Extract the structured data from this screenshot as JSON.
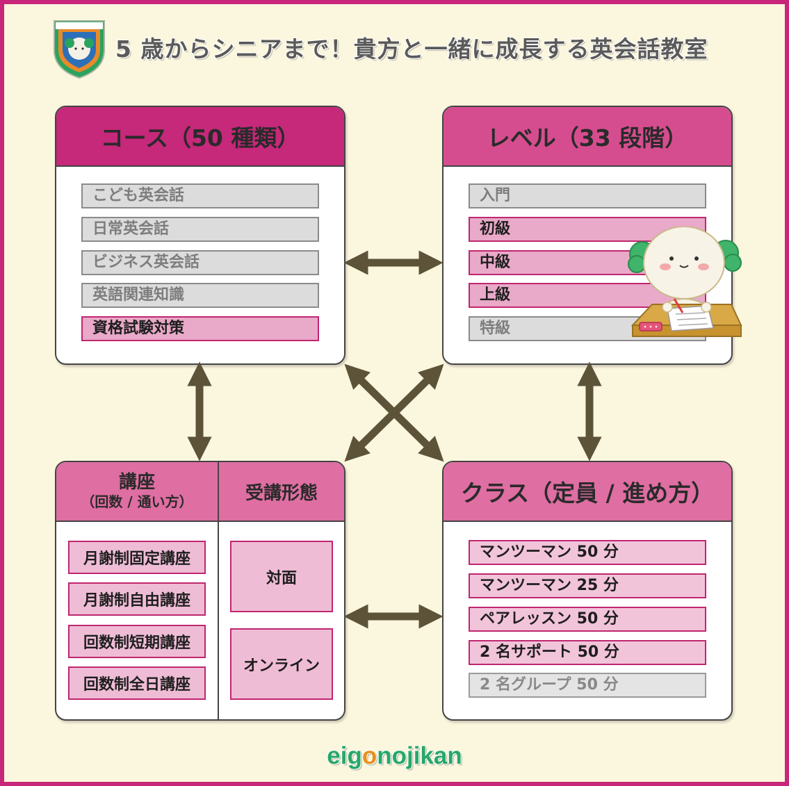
{
  "header": {
    "title": "5 歳からシニアまで！貴方と一緒に成長する英会話教室"
  },
  "course_panel": {
    "title": "コース（50 種類）",
    "items": [
      "こども英会話",
      "日常英会話",
      "ビジネス英会話",
      "英語関連知識",
      "資格試験対策"
    ]
  },
  "level_panel": {
    "title": "レベル（33 段階）",
    "items": [
      "入門",
      "初級",
      "中級",
      "上級",
      "特級"
    ]
  },
  "lecture_panel": {
    "title_main": "講座",
    "title_sub": "（回数 / 通い方）",
    "items": [
      "月謝制固定講座",
      "月謝制自由講座",
      "回数制短期講座",
      "回数制全日講座"
    ]
  },
  "format_panel": {
    "title": "受講形態",
    "items": [
      "対面",
      "オンライン"
    ]
  },
  "class_panel": {
    "title": "クラス（定員 / 進め方）",
    "items": [
      "マンツーマン 50 分",
      "マンツーマン 25 分",
      "ペアレッスン 50 分",
      "2 名サポート 50 分",
      "2 名グループ 50 分"
    ]
  },
  "footer": {
    "brand_part1": "eig",
    "brand_o": "o",
    "brand_part2": "nojikan"
  },
  "colors": {
    "border": "#c8267a",
    "background": "#fbf6de",
    "arrow": "#5c5338",
    "brand_green": "#26a86a",
    "brand_orange": "#e7901c"
  }
}
